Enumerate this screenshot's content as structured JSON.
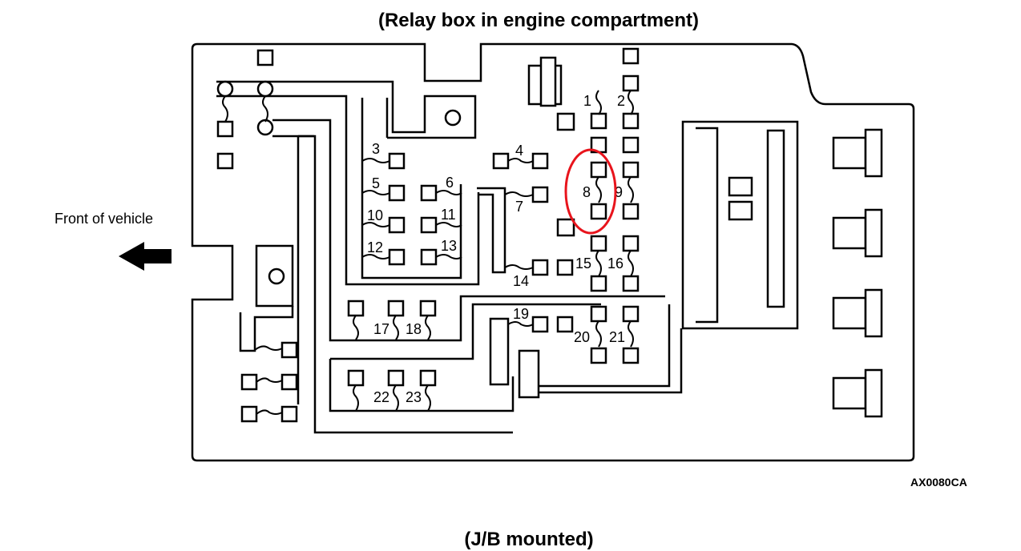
{
  "title": "(Relay box in engine compartment)",
  "front_label": "Front of vehicle",
  "figure_code": "AX0080CA",
  "subtitle_partial": "(J/B mounted)",
  "highlight_color": "#e8141c",
  "highlighted_terminal": "8",
  "terminal_labels": [
    "1",
    "2",
    "3",
    "4",
    "5",
    "6",
    "7",
    "8",
    "9",
    "10",
    "11",
    "12",
    "13",
    "14",
    "15",
    "16",
    "17",
    "18",
    "19",
    "20",
    "21",
    "22",
    "23"
  ]
}
